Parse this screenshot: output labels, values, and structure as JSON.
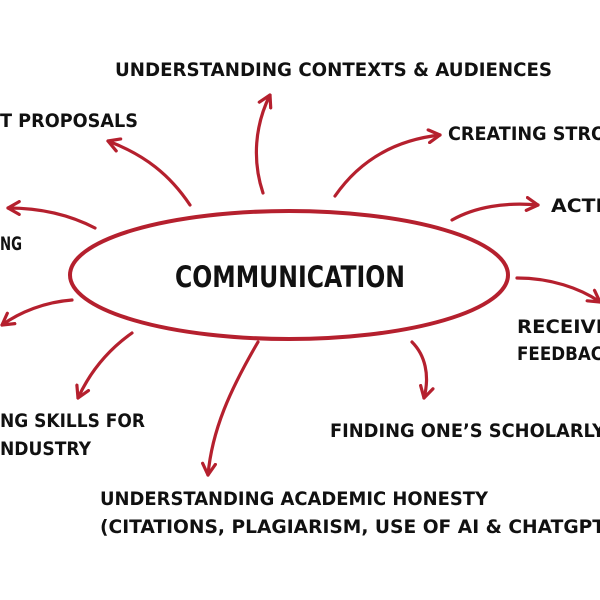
{
  "colors": {
    "accent": "#b5202e",
    "text": "#111111",
    "background": "#ffffff"
  },
  "center": {
    "label": "COMMUNICATION"
  },
  "nodes": {
    "contexts": "UNDERSTANDING CONTEXTS & AUDIENCES",
    "proposals": "T PROPOSALS",
    "creating": "CREATING STRO",
    "active": "ACTI",
    "left_ng": "NG",
    "receiving_1": "RECEIVI",
    "receiving_2": "FEEDBAC",
    "skills_1": "NG SKILLS FOR",
    "skills_2": "NDUSTRY",
    "scholarly": "FINDING ONE’S SCHOLARLY",
    "honesty_1": "UNDERSTANDING ACADEMIC HONESTY",
    "honesty_2": "(CITATIONS, PLAGIARISM, USE OF AI & CHATGPT"
  }
}
